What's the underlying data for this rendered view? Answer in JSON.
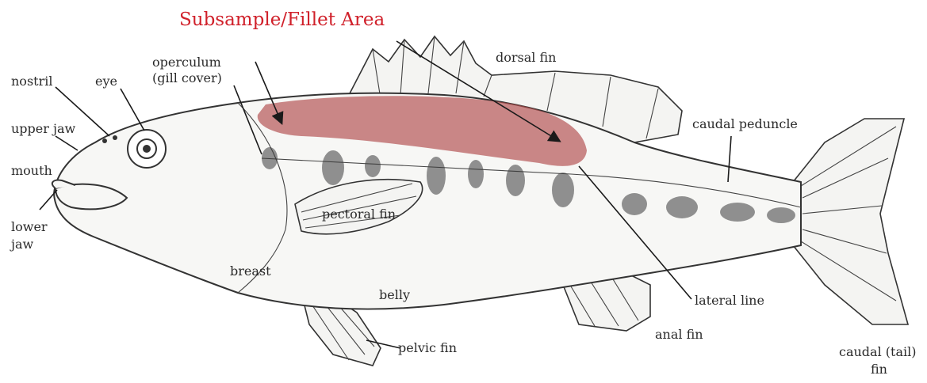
{
  "title": "Subsample/Fillet Area",
  "labels": {
    "nostril": "nostril",
    "eye": "eye",
    "operculum_1": "operculum",
    "operculum_2": "(gill cover)",
    "upper_jaw": "upper jaw",
    "mouth": "mouth",
    "lower_jaw_1": "lower",
    "lower_jaw_2": "jaw",
    "dorsal_fin": "dorsal fin",
    "caudal_peduncle": "caudal peduncle",
    "pectoral_fin": "pectoral fin",
    "breast": "breast",
    "belly": "belly",
    "lateral_line": "lateral line",
    "anal_fin": "anal fin",
    "pelvic_fin": "pelvic fin",
    "caudal_fin_1": "caudal (tail)",
    "caudal_fin_2": "fin"
  },
  "colors": {
    "title": "#d0202a",
    "fillet_area": "#b04a4a",
    "ink": "#2a2a2a"
  }
}
